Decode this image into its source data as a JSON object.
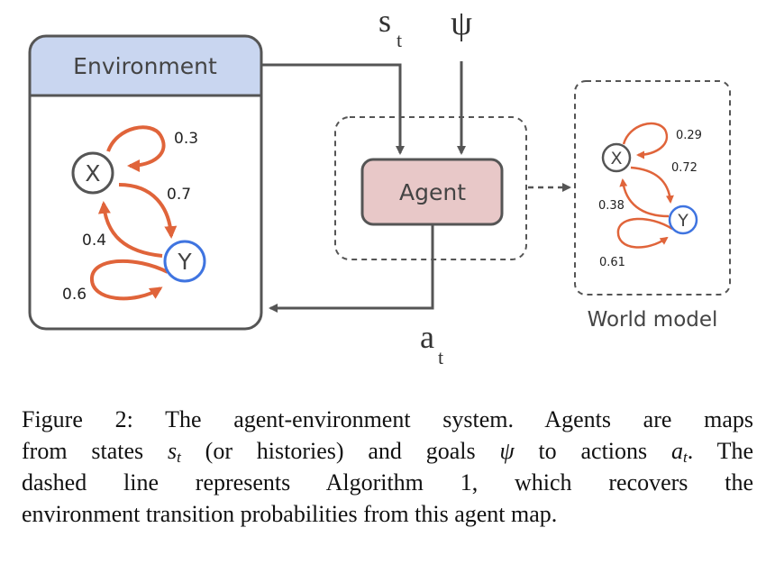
{
  "diagram": {
    "environment_label": "Environment",
    "agent_label": "Agent",
    "world_model_label": "World model",
    "state_input": {
      "symbol": "s",
      "subscript": "t"
    },
    "goal_input": {
      "symbol": "ψ"
    },
    "action_output": {
      "symbol": "a",
      "subscript": "t"
    },
    "environment_graph": {
      "node_x": "X",
      "node_y": "Y",
      "p_xx": "0.3",
      "p_xy": "0.7",
      "p_yx": "0.4",
      "p_yy": "0.6"
    },
    "world_model_graph": {
      "node_x": "X",
      "node_y": "Y",
      "p_xx": "0.29",
      "p_xy": "0.72",
      "p_yx": "0.38",
      "p_yy": "0.61"
    },
    "colors": {
      "environment_header": "#c9d6f0",
      "agent_fill": "#e8c8c8",
      "edge_orange": "#e0643a",
      "node_y_blue": "#3f74e0",
      "box_stroke": "#555555"
    }
  },
  "caption": {
    "line1": "Figure 2: The agent-environment system. Agents are maps",
    "line2_a": "from states ",
    "line2_s": "s",
    "line2_sub1": "t",
    "line2_b": " (or histories) and goals ",
    "line2_psi": "ψ",
    "line2_c": " to actions ",
    "line2_a_sym": "a",
    "line2_sub2": "t",
    "line2_d": ". The",
    "line3": "dashed line represents Algorithm 1, which recovers the",
    "line4": "environment transition probabilities from this agent map."
  }
}
